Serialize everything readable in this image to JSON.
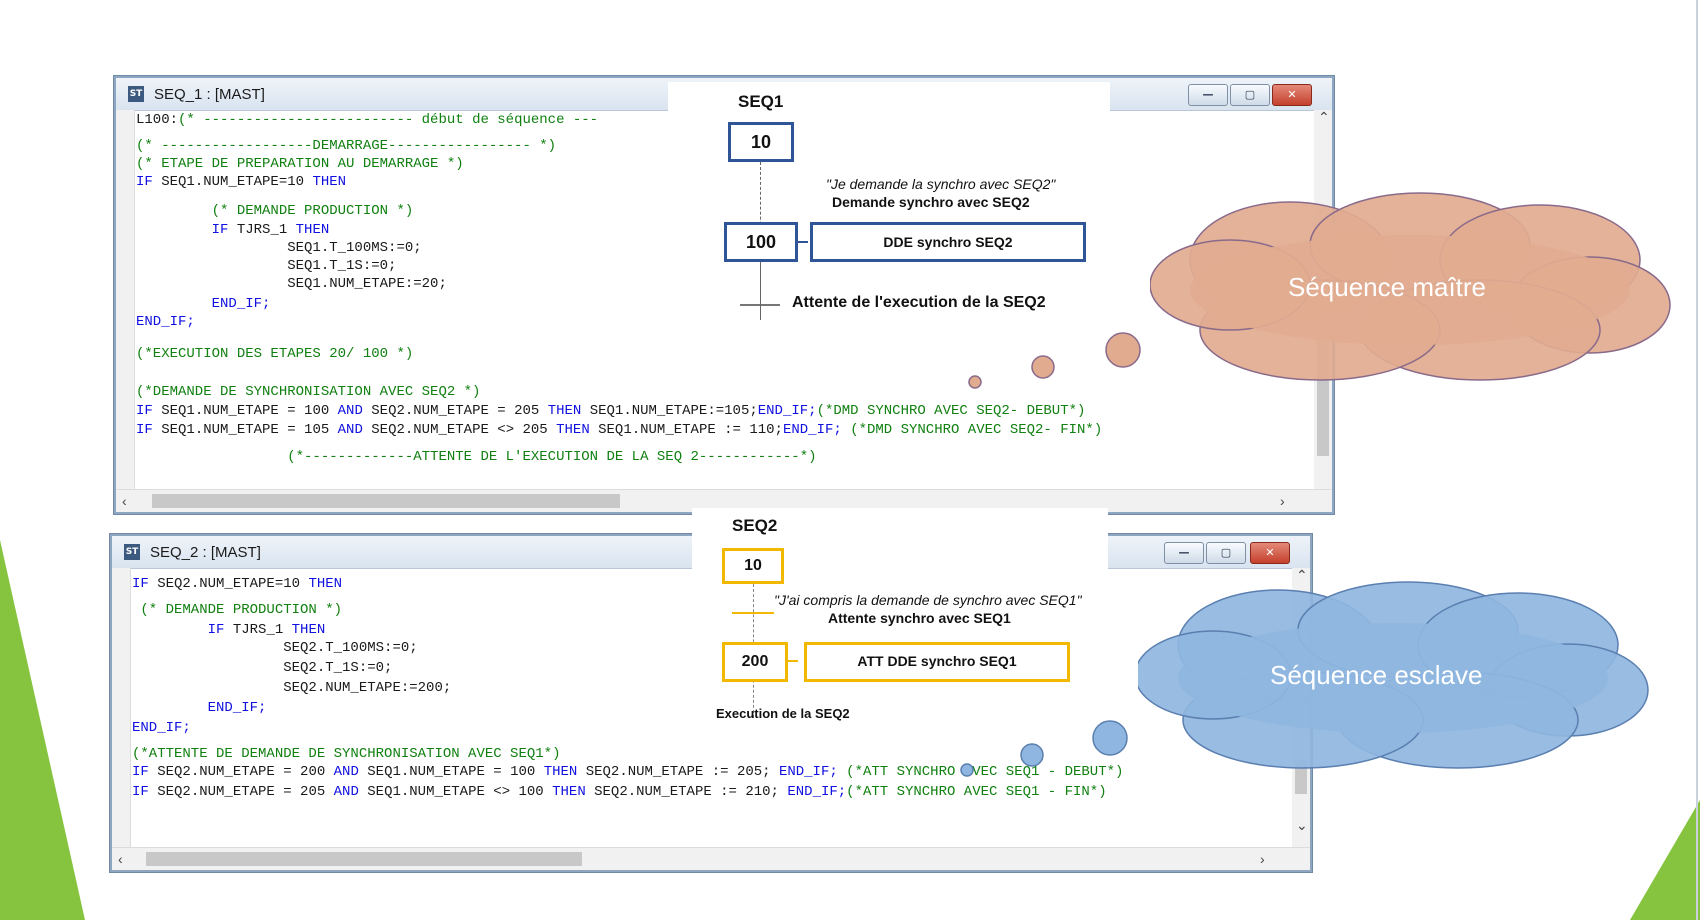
{
  "colors": {
    "keyword": "#1010e0",
    "comment": "#108010",
    "seq1_box": "#2f5597",
    "seq2_box": "#f2b800",
    "cloud_master": "#e1ab90",
    "cloud_slave": "#8fb6e0",
    "deco_green": "#86c440"
  },
  "window1": {
    "title": "SEQ_1 : [MAST]",
    "lines": [
      [
        {
          "t": "L100:",
          "c": ""
        },
        {
          "t": "(* ------------------------- début de séquence ---",
          "c": "cm"
        }
      ],
      [
        {
          "t": "(* ------------------DEMARRAGE----------------- *)",
          "c": "cm"
        }
      ],
      [
        {
          "t": "(* ETAPE DE PREPARATION AU DEMARRAGE *)",
          "c": "cm"
        }
      ],
      [
        {
          "t": "IF ",
          "c": "kw"
        },
        {
          "t": "SEQ1.NUM_ETAPE",
          "c": ""
        },
        {
          "t": "=10 ",
          "c": ""
        },
        {
          "t": "THEN",
          "c": "kw"
        }
      ],
      [
        {
          "t": "         (* DEMANDE PRODUCTION *)",
          "c": "cm"
        }
      ],
      [
        {
          "t": "         ",
          "c": ""
        },
        {
          "t": "IF ",
          "c": "kw"
        },
        {
          "t": "TJRS_1 ",
          "c": ""
        },
        {
          "t": "THEN",
          "c": "kw"
        }
      ],
      [
        {
          "t": "                  SEQ1.T_100MS:=0;",
          "c": ""
        }
      ],
      [
        {
          "t": "                  SEQ1.T_1S:=0;",
          "c": ""
        }
      ],
      [
        {
          "t": "                  SEQ1.NUM_ETAPE:=20;",
          "c": ""
        }
      ],
      [
        {
          "t": "         ",
          "c": ""
        },
        {
          "t": "END_IF;",
          "c": "kw"
        }
      ],
      [
        {
          "t": "END_IF;",
          "c": "kw"
        }
      ],
      [
        {
          "t": "(*EXECUTION DES ETAPES 20/ 100 *)",
          "c": "cm"
        }
      ],
      [
        {
          "t": "(*DEMANDE DE SYNCHRONISATION AVEC SEQ2 *)",
          "c": "cm"
        }
      ],
      [
        {
          "t": "IF ",
          "c": "kw"
        },
        {
          "t": "SEQ1.NUM_ETAPE = 100 ",
          "c": ""
        },
        {
          "t": "AND ",
          "c": "kw"
        },
        {
          "t": "SEQ2.NUM_ETAPE = 205 ",
          "c": ""
        },
        {
          "t": "THEN ",
          "c": "kw"
        },
        {
          "t": "SEQ1.NUM_ETAPE:=105;",
          "c": ""
        },
        {
          "t": "END_IF;",
          "c": "kw"
        },
        {
          "t": "(*DMD SYNCHRO AVEC SEQ2- DEBUT*)",
          "c": "cm"
        }
      ],
      [
        {
          "t": "IF ",
          "c": "kw"
        },
        {
          "t": "SEQ1.NUM_ETAPE = 105 ",
          "c": ""
        },
        {
          "t": "AND ",
          "c": "kw"
        },
        {
          "t": "SEQ2.NUM_ETAPE <> 205 ",
          "c": ""
        },
        {
          "t": "THEN ",
          "c": "kw"
        },
        {
          "t": "SEQ1.NUM_ETAPE := 110;",
          "c": ""
        },
        {
          "t": "END_IF; ",
          "c": "kw"
        },
        {
          "t": "(*DMD SYNCHRO AVEC SEQ2- FIN*)",
          "c": "cm"
        }
      ],
      [
        {
          "t": "                  (*-------------ATTENTE DE L'EXECUTION DE LA SEQ 2------------*)",
          "c": "cm"
        }
      ]
    ]
  },
  "window2": {
    "title": "SEQ_2 : [MAST]",
    "lines": [
      [
        {
          "t": "IF ",
          "c": "kw"
        },
        {
          "t": "SEQ2.NUM_ETAPE=10 ",
          "c": ""
        },
        {
          "t": "THEN",
          "c": "kw"
        }
      ],
      [
        {
          "t": " (* DEMANDE PRODUCTION *)",
          "c": "cm"
        }
      ],
      [
        {
          "t": "         ",
          "c": ""
        },
        {
          "t": "IF ",
          "c": "kw"
        },
        {
          "t": "TJRS_1 ",
          "c": ""
        },
        {
          "t": "THEN",
          "c": "kw"
        }
      ],
      [
        {
          "t": "                  SEQ2.T_100MS:=0;",
          "c": ""
        }
      ],
      [
        {
          "t": "                  SEQ2.T_1S:=0;",
          "c": ""
        }
      ],
      [
        {
          "t": "                  SEQ2.NUM_ETAPE:=200;",
          "c": ""
        }
      ],
      [
        {
          "t": "         ",
          "c": ""
        },
        {
          "t": "END_IF;",
          "c": "kw"
        }
      ],
      [
        {
          "t": "END_IF;",
          "c": "kw"
        }
      ],
      [
        {
          "t": "(*ATTENTE DE DEMANDE DE SYNCHRONISATION AVEC SEQ1*)",
          "c": "cm"
        }
      ],
      [
        {
          "t": "IF ",
          "c": "kw"
        },
        {
          "t": "SEQ2.NUM_ETAPE = 200 ",
          "c": ""
        },
        {
          "t": "AND ",
          "c": "kw"
        },
        {
          "t": "SEQ1.NUM_ETAPE = 100 ",
          "c": ""
        },
        {
          "t": "THEN ",
          "c": "kw"
        },
        {
          "t": "SEQ2.NUM_ETAPE := 205; ",
          "c": ""
        },
        {
          "t": "END_IF; ",
          "c": "kw"
        },
        {
          "t": "(*ATT SYNCHRO AVEC SEQ1 - DEBUT*)",
          "c": "cm"
        }
      ],
      [
        {
          "t": "IF ",
          "c": "kw"
        },
        {
          "t": "SEQ2.NUM_ETAPE = 205 ",
          "c": ""
        },
        {
          "t": "AND ",
          "c": "kw"
        },
        {
          "t": "SEQ1.NUM_ETAPE <> 100 ",
          "c": ""
        },
        {
          "t": "THEN ",
          "c": "kw"
        },
        {
          "t": "SEQ2.NUM_ETAPE := 210; ",
          "c": ""
        },
        {
          "t": "END_IF;",
          "c": "kw"
        },
        {
          "t": "(*ATT SYNCHRO AVEC SEQ1 - FIN*)",
          "c": "cm"
        }
      ]
    ]
  },
  "seq1": {
    "title": "SEQ1",
    "step1": "10",
    "step2": "100",
    "note_italic": "\"Je demande la synchro avec SEQ2\"",
    "note_bold": "Demande synchro avec SEQ2",
    "action": "DDE synchro SEQ2",
    "after": "Attente de l'execution de la SEQ2"
  },
  "seq2": {
    "title": "SEQ2",
    "step1": "10",
    "step2": "200",
    "note_italic": "\"J'ai compris la demande de synchro avec SEQ1\"",
    "note_bold": "Attente synchro avec SEQ1",
    "action": "ATT DDE synchro SEQ1",
    "after": "Execution de la SEQ2"
  },
  "clouds": {
    "master": "Séquence maître",
    "slave": "Séquence esclave"
  }
}
